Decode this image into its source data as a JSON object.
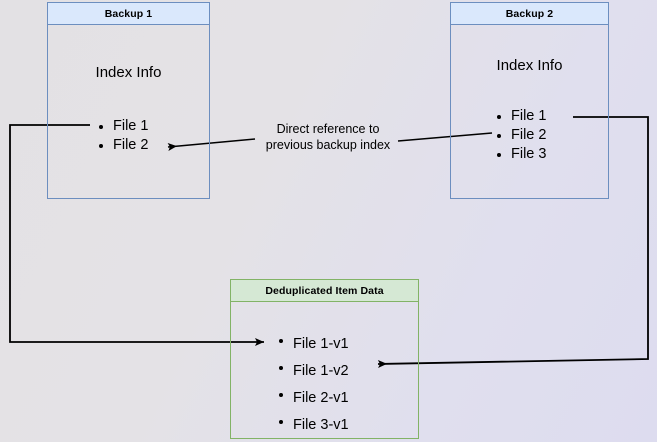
{
  "diagram": {
    "title_hidden": "",
    "background": {
      "from_color": "#e3e1e4",
      "to_color": "#dddcef"
    },
    "nodes": [
      {
        "id": "backup1",
        "header": "Backup 1",
        "subtitle": "Index Info",
        "items": [
          "File 1",
          "File 2"
        ],
        "border_color": "#6c8ebf",
        "header_color": "#dae8fc"
      },
      {
        "id": "backup2",
        "header": "Backup 2",
        "subtitle": "Index Info",
        "items": [
          "File 1",
          "File 2",
          "File 3"
        ],
        "border_color": "#6c8ebf",
        "header_color": "#dae8fc"
      },
      {
        "id": "dedup",
        "header": "Deduplicated Item Data",
        "subtitle": "",
        "items": [
          "File 1-v1",
          "File 1-v2",
          "File 2-v1",
          "File 3-v1"
        ],
        "border_color": "#82b366",
        "header_color": "#d5e8d4"
      }
    ],
    "edges": [
      {
        "id": "edge-backup2-to-backup1",
        "label": "Direct reference to\nprevious backup index",
        "from": "backup2.File 2",
        "to": "backup1.File 2",
        "color": "#000000"
      },
      {
        "id": "edge-backup1-to-dedup",
        "label": "",
        "from": "backup1.File 1",
        "to": "dedup.File 1-v1",
        "color": "#000000"
      },
      {
        "id": "edge-backup2-to-dedup",
        "label": "",
        "from": "backup2.File 1",
        "to": "dedup.File 1-v2",
        "color": "#000000"
      }
    ]
  }
}
